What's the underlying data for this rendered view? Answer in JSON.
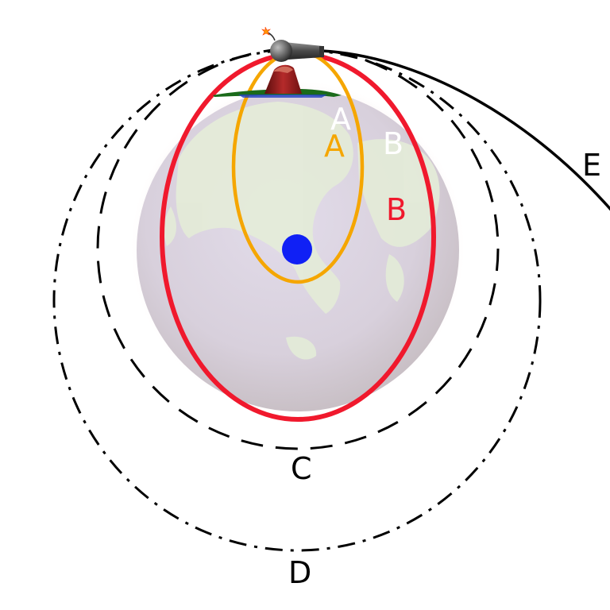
{
  "labels": {
    "a_inner": "A",
    "a_orbit": "A",
    "b_inner": "B",
    "b_orbit": "B",
    "c_orbit": "C",
    "d_orbit": "D",
    "e_path": "E"
  },
  "colors": {
    "background": "#ffffff",
    "earth_fill": "#d9d2de",
    "earth_glow": "#f6dede",
    "continents": "#e3ecd7",
    "orbit_a": "#f5a600",
    "orbit_b": "#f0192d",
    "orbit_c": "#000000",
    "orbit_d": "#000000",
    "path_e": "#000000",
    "inner_label": "#ffffff",
    "label_b_red": "#f0192d",
    "center_dot": "#1020f5",
    "mountain": "#8b1a1a",
    "cannon": "#555555"
  },
  "icons": {
    "cannon": "cannon-icon",
    "mountain": "mountain-icon",
    "earth": "globe-icon",
    "center": "center-of-mass-dot"
  }
}
